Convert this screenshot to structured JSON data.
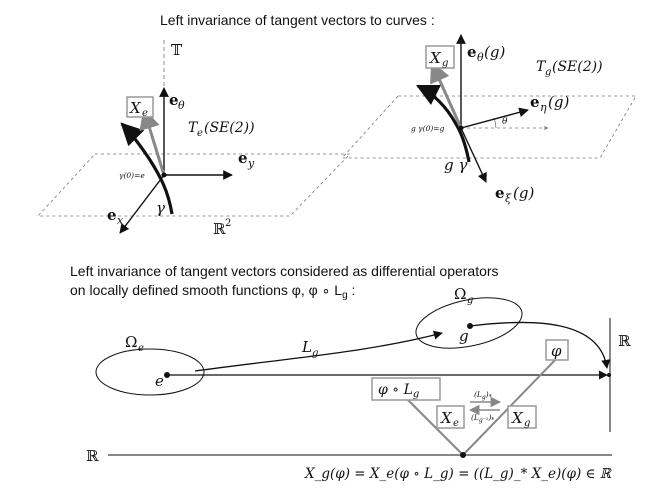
{
  "headings": {
    "top": "Left invariance of tangent vectors to curves :",
    "bottom_line1": "Left invariance of tangent vectors considered as differential operators",
    "bottom_line2": "on locally defined smooth functions  φ,  φ ∘ L",
    "bottom_line2_sub": "g",
    "bottom_line2_tail": "  :"
  },
  "left_frame": {
    "space_symbol": "𝕋",
    "e_theta": "e",
    "e_theta_sub": "θ",
    "X_e": "X",
    "X_e_sub": "e",
    "tangent_space": "T",
    "tangent_space_sub": "e",
    "tangent_space_tail": "(SE(2))",
    "e_y": "e",
    "e_y_sub": "y",
    "e_x": "e",
    "e_x_sub": "x",
    "origin_label": "γ(0)=e",
    "curve": "γ",
    "plane": "ℝ",
    "plane_sup": "2"
  },
  "right_frame": {
    "X_g": "X",
    "X_g_sub": "g",
    "e_theta_g": "e",
    "e_theta_g_sub": "θ",
    "e_theta_g_tail": "(g)",
    "tangent_space": "T",
    "tangent_space_sub": "g",
    "tangent_space_tail": "(SE(2))",
    "e_eta_g": "e",
    "e_eta_g_sub": "η",
    "e_eta_g_tail": "(g)",
    "origin_label": "g γ(0)=g",
    "theta": "θ",
    "curve": "g γ",
    "e_xi_g": "e",
    "e_xi_g_sub": "ξ",
    "e_xi_g_tail": "(g)"
  },
  "bottom_diagram": {
    "omega_e": "Ω",
    "omega_e_sub": "e",
    "omega_g": "Ω",
    "omega_g_sub": "g",
    "point_e": "e",
    "point_g": "g",
    "map": "L",
    "map_sub": "g",
    "real_right": "ℝ",
    "real_bottom": "ℝ",
    "phi_box": "φ",
    "phi_L_box": "φ ∘ L",
    "phi_L_box_sub": "g",
    "push_forward": "(L",
    "push_forward_sub": "g",
    "push_forward_tail": ")",
    "push_forward_star": "*",
    "pull_back": "(L",
    "pull_back_sub": "g⁻¹",
    "pull_back_tail": ")",
    "pull_back_star": "*",
    "X_e_box": "X",
    "X_e_box_sub": "e",
    "X_g_box": "X",
    "X_g_box_sub": "g",
    "formula": "X_g(φ) = X_e(φ ∘ L_g) = ((L_g)_* X_e)(φ) ∈ ℝ"
  },
  "colors": {
    "ink": "#111111",
    "gray_vector": "#888888",
    "dashed": "#777777",
    "box_border": "#999999"
  }
}
